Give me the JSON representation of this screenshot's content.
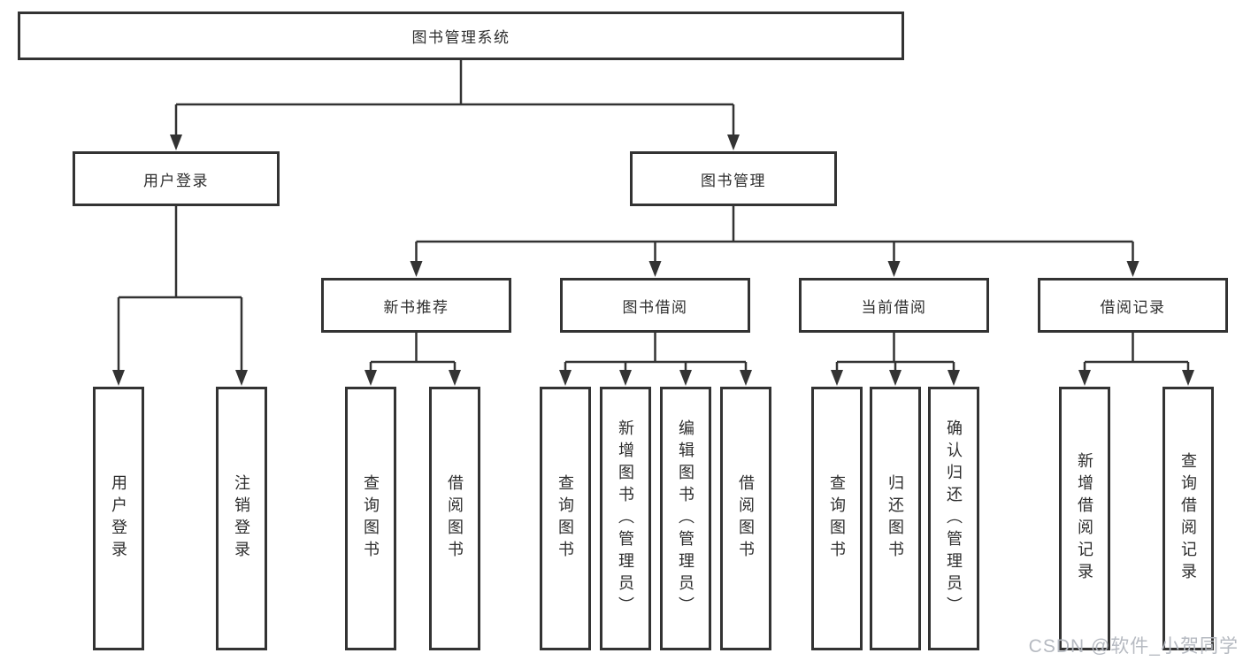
{
  "watermark": "CSDN @软件_小贺同学",
  "colors": {
    "line": "#333333",
    "box_border": "#333333",
    "box_background": "#ffffff",
    "text": "#2e2e2e",
    "watermark": "#b2b6be"
  },
  "tree": {
    "root": {
      "label": "图书管理系统"
    },
    "level2": [
      {
        "label": "用户登录",
        "children": [
          "用户登录",
          "注销登录"
        ]
      },
      {
        "label": "图书管理"
      }
    ],
    "level3": [
      {
        "label": "新书推荐",
        "children": [
          "查询图书",
          "借阅图书"
        ]
      },
      {
        "label": "图书借阅",
        "children": [
          "查询图书",
          "新增图书（管理员）",
          "编辑图书（管理员）",
          "借阅图书"
        ]
      },
      {
        "label": "当前借阅",
        "children": [
          "查询图书",
          "归还图书",
          "确认归还（管理员）"
        ]
      },
      {
        "label": "借阅记录",
        "children": [
          "新增借阅记录",
          "查询借阅记录"
        ]
      }
    ]
  }
}
